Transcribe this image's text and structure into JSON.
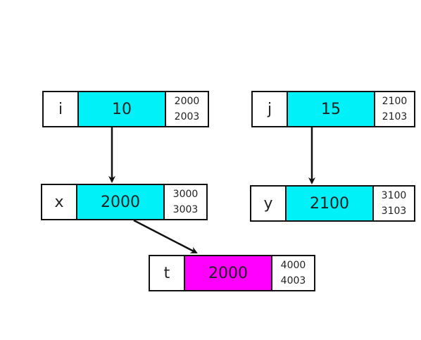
{
  "boxes": [
    {
      "id": "i",
      "name": "i",
      "value": "10",
      "addr_start": "2000",
      "addr_end": "2003",
      "fill": "#00f2f8"
    },
    {
      "id": "j",
      "name": "j",
      "value": "15",
      "addr_start": "2100",
      "addr_end": "2103",
      "fill": "#00f2f8"
    },
    {
      "id": "x",
      "name": "x",
      "value": "2000",
      "addr_start": "3000",
      "addr_end": "3003",
      "fill": "#00f2f8"
    },
    {
      "id": "y",
      "name": "y",
      "value": "2100",
      "addr_start": "3100",
      "addr_end": "3103",
      "fill": "#00f2f8"
    },
    {
      "id": "t",
      "name": "t",
      "value": "2000",
      "addr_start": "4000",
      "addr_end": "4003",
      "fill": "#ff00ff"
    }
  ],
  "arrows": [
    {
      "from": "i",
      "to": "x"
    },
    {
      "from": "j",
      "to": "y"
    },
    {
      "from": "x",
      "to": "t"
    }
  ],
  "colors": {
    "line": "#111111"
  }
}
